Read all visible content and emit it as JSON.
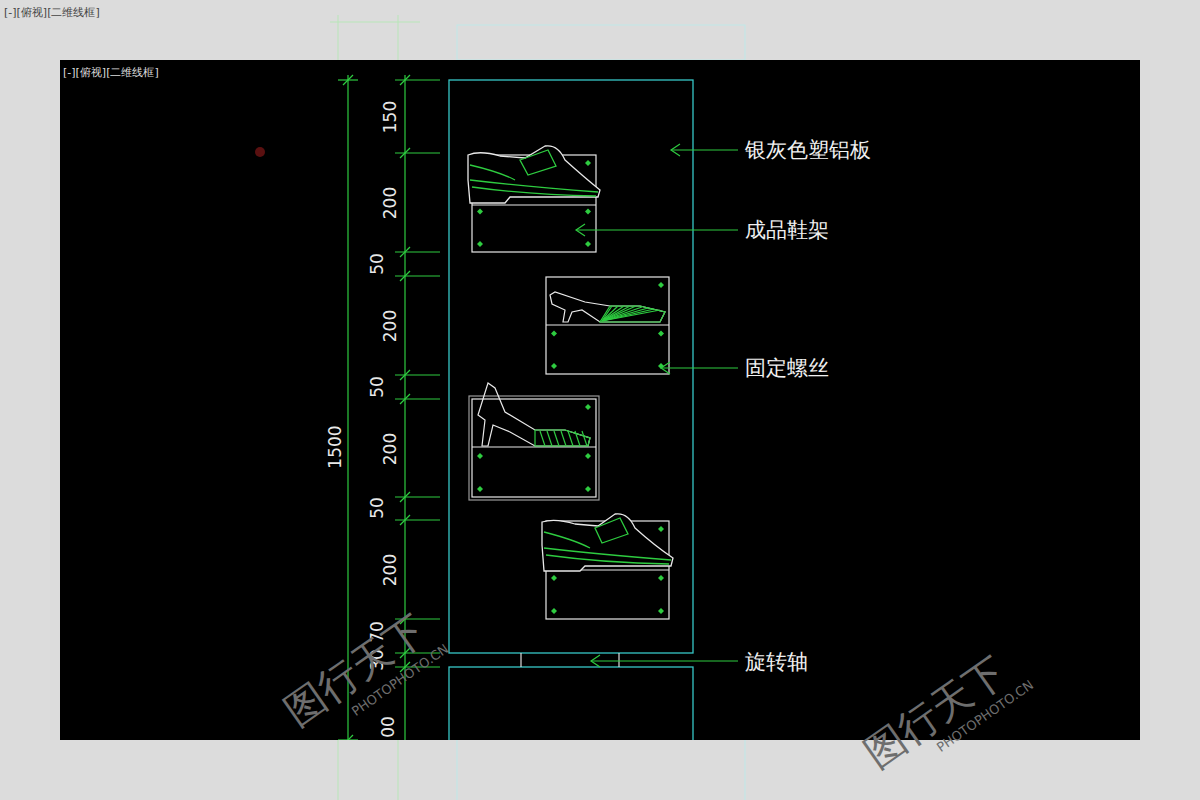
{
  "diagram": {
    "labels": [
      "[-][俯视][二维线框]",
      "[-][俯视][二维线框]",
      "150",
      "200",
      "50",
      "200",
      "50",
      "200",
      "50",
      "200",
      "70",
      "30",
      "00",
      "1500",
      "银灰色塑铝板",
      "成品鞋架",
      "固定螺丝",
      "旋转轴",
      "图行天下",
      "PHOTOPHOTO.CN",
      "图行天下",
      "PHOTOPHOTO.CN"
    ]
  }
}
